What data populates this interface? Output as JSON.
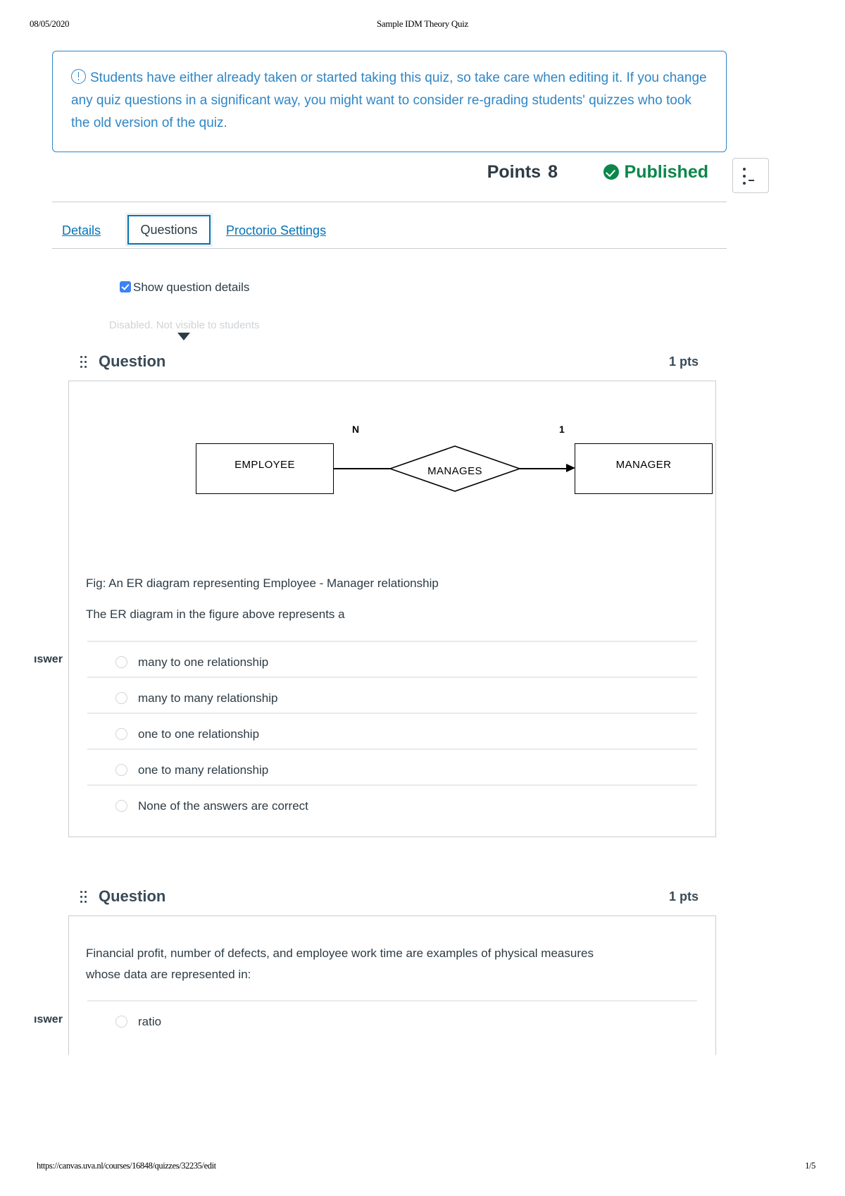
{
  "print": {
    "date": "08/05/2020",
    "title": "Sample IDM Theory Quiz",
    "footer_url": "https://canvas.uva.nl/courses/16848/quizzes/32235/edit",
    "page_number": "1/5"
  },
  "alert": {
    "icon": "exclamation-circle-icon",
    "text": "Students have either already taken or started taking this quiz, so take care when editing it. If you change any quiz questions in a significant way, you might want to consider re-grading students' quizzes who took the old version of the quiz.",
    "color": "#2f86c5"
  },
  "header": {
    "points_label": "Points",
    "points_value": "8",
    "published_label": "Published",
    "published_color": "#0b874b",
    "menu_icon": "kebab-menu-icon"
  },
  "tabs": [
    {
      "label": "Details",
      "active": false
    },
    {
      "label": "Questions",
      "active": true
    },
    {
      "label": "Proctorio Settings",
      "active": false
    }
  ],
  "toolbar": {
    "show_details_label": "Show question details",
    "show_details_checked": true,
    "disabled_hint": "Disabled. Not visible to students"
  },
  "questions": [
    {
      "title": "Question",
      "points": "1 pts",
      "answer_label": "Answer",
      "answer_label_clipped": "ıswer",
      "figure": {
        "type": "er-diagram",
        "left_entity": "EMPLOYEE",
        "relationship": "MANAGES",
        "right_entity": "MANAGER",
        "left_cardinality": "N",
        "right_cardinality": "1"
      },
      "caption": "Fig: An ER diagram representing Employee - Manager relationship",
      "prompt": "The ER diagram in the figure above represents a",
      "options": [
        "many to one relationship",
        "many to many relationship",
        "one to one relationship",
        "one to many relationship",
        "None of the answers are correct"
      ]
    },
    {
      "title": "Question",
      "points": "1 pts",
      "answer_label": "Answer",
      "answer_label_clipped": "ıswer",
      "prompt_line1": "Financial profit, number of defects, and employee work time are examples of physical measures",
      "prompt_line2": "whose data are represented in:",
      "options": [
        "ratio"
      ]
    }
  ]
}
